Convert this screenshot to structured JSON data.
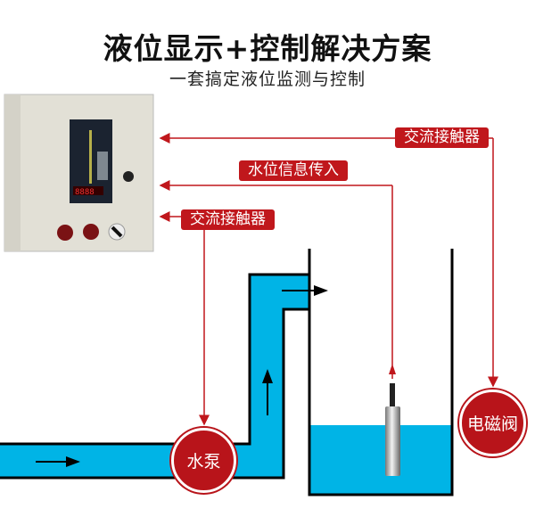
{
  "title": "液位显示+控制解决方案",
  "subtitle": "一套搞定液位监测与控制",
  "labels": {
    "contactor_top": "交流接触器",
    "water_level_signal": "水位信息传入",
    "contactor_bottom": "交流接触器"
  },
  "devices": {
    "pump": "水泵",
    "solenoid_valve": "电磁阀"
  },
  "colors": {
    "accent": "#c0171c",
    "water": "#00b4e6",
    "cabinet": "#e4e2d8"
  }
}
